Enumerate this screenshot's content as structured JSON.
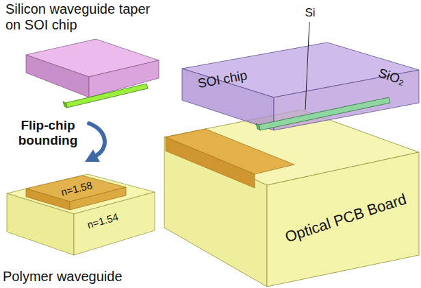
{
  "diagram": {
    "labels": [
      "Silicon waveguide taper on SOI chip",
      "Flip-chip bounding",
      "n=1.58",
      "n=1.54",
      "Polymer waveguide",
      "Si",
      "SOI chip",
      "SiO₂",
      "Optical PCB Board"
    ]
  }
}
